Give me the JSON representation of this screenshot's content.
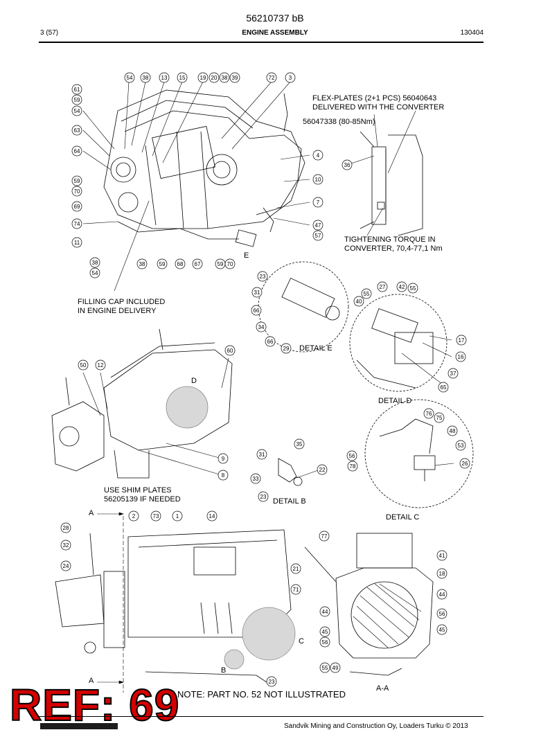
{
  "header": {
    "doc_number": "56210737 bB",
    "page": "3 (57)",
    "title": "ENGINE ASSEMBLY",
    "code": "130404"
  },
  "notes": {
    "flexplates": "FLEX-PLATES (2+1 PCS) 56040643\nDELIVERED WITH THE CONVERTER",
    "torque_a": "56047338 (80-85Nm)",
    "torque_b": "TIGHTENING TORQUE IN\nCONVERTER, 70,4-77,1 Nm",
    "filling_cap": "FILLING CAP INCLUDED\nIN ENGINE DELIVERY",
    "shims": "USE SHIM PLATES\n56205139 IF NEEDED",
    "part52": "NOTE: PART NO. 52 NOT ILLUSTRATED"
  },
  "details": {
    "e": "DETAIL E",
    "d": "DETAIL D",
    "b": "DETAIL B",
    "c": "DETAIL C",
    "aa": "A-A"
  },
  "letters": {
    "e": "E",
    "d": "D",
    "c": "C",
    "b": "B",
    "a_top": "A",
    "a_bottom": "A"
  },
  "ref_stamp": "REF: 69",
  "footer": "Sandvik Mining and Construction Oy, Loaders Turku © 2013",
  "callouts": {
    "top_row": [
      "54",
      "38",
      "13",
      "15",
      "19",
      "20",
      "38",
      "39",
      "72",
      "3"
    ],
    "left_col": [
      "61",
      "59",
      "54",
      "63",
      "64",
      "59",
      "70",
      "69",
      "74",
      "11"
    ],
    "bottom_row": [
      "38",
      "54",
      "38",
      "59",
      "68",
      "67",
      "59",
      "70"
    ],
    "right_side": [
      "4",
      "10",
      "7",
      "47",
      "57"
    ],
    "flex": [
      "36"
    ],
    "detail_e": [
      "23",
      "31",
      "66",
      "34",
      "66",
      "29"
    ],
    "detail_d": [
      "27",
      "42",
      "55",
      "55",
      "40",
      "17",
      "16",
      "37",
      "65"
    ],
    "mid": [
      "50",
      "12",
      "60",
      "9",
      "8"
    ],
    "detail_b": [
      "35",
      "31",
      "22",
      "33",
      "23"
    ],
    "detail_c": [
      "76",
      "75",
      "48",
      "53",
      "56",
      "78",
      "26"
    ],
    "bottom_left": [
      "2",
      "73",
      "1",
      "14",
      "28",
      "32",
      "24",
      "21",
      "71",
      "23"
    ],
    "bottom_right": [
      "77",
      "41",
      "18",
      "44",
      "44",
      "56",
      "45",
      "45",
      "56",
      "55",
      "49"
    ]
  }
}
